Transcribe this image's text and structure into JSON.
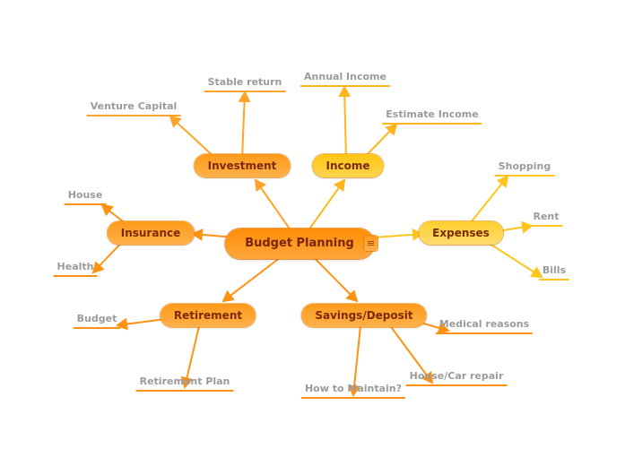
{
  "center": {
    "label": "Budget Planning"
  },
  "topics": {
    "investment": {
      "label": "Investment"
    },
    "income": {
      "label": "Income"
    },
    "expenses": {
      "label": "Expenses"
    },
    "savings": {
      "label": "Savings/Deposit"
    },
    "retirement": {
      "label": "Retirement"
    },
    "insurance": {
      "label": "Insurance"
    }
  },
  "subtopics": {
    "stable_return": {
      "label": "Stable return",
      "parent": "Investment"
    },
    "venture_capital": {
      "label": "Venture Capital",
      "parent": "Investment"
    },
    "annual_income": {
      "label": "Annual Income",
      "parent": "Income"
    },
    "estimate_income": {
      "label": "Estimate Income",
      "parent": "Income"
    },
    "shopping": {
      "label": "Shopping",
      "parent": "Expenses"
    },
    "rent": {
      "label": "Rent",
      "parent": "Expenses"
    },
    "bills": {
      "label": "Bills",
      "parent": "Expenses"
    },
    "medical_reasons": {
      "label": "Medical reasons",
      "parent": "Savings/Deposit"
    },
    "house_car_repair": {
      "label": "House/Car repair",
      "parent": "Savings/Deposit"
    },
    "how_to_maintain": {
      "label": "How to Maintain?",
      "parent": "Savings/Deposit"
    },
    "budget": {
      "label": "Budget",
      "parent": "Retirement"
    },
    "retirement_plan": {
      "label": "Retirement Plan",
      "parent": "Retirement"
    },
    "house": {
      "label": "House",
      "parent": "Insurance"
    },
    "health": {
      "label": "Health",
      "parent": "Insurance"
    }
  },
  "icons": {
    "note": "≡"
  },
  "colors": {
    "branch_orange": "#FF9212",
    "branch_amber": "#FFA428",
    "branch_gold": "#FFB61E",
    "branch_yellow": "#FFC51D",
    "node_orange_top": "#FF9A1A",
    "node_orange_bottom": "#FFB04A",
    "node_gold_top": "#FFC513",
    "node_yellow_top": "#FFCE2E",
    "center_top": "#FF8E06",
    "center_bottom": "#FFA53C",
    "node_text": "#7A2C00",
    "subtopic_text": "#9B9B9B",
    "background": "#FFFFFF"
  }
}
